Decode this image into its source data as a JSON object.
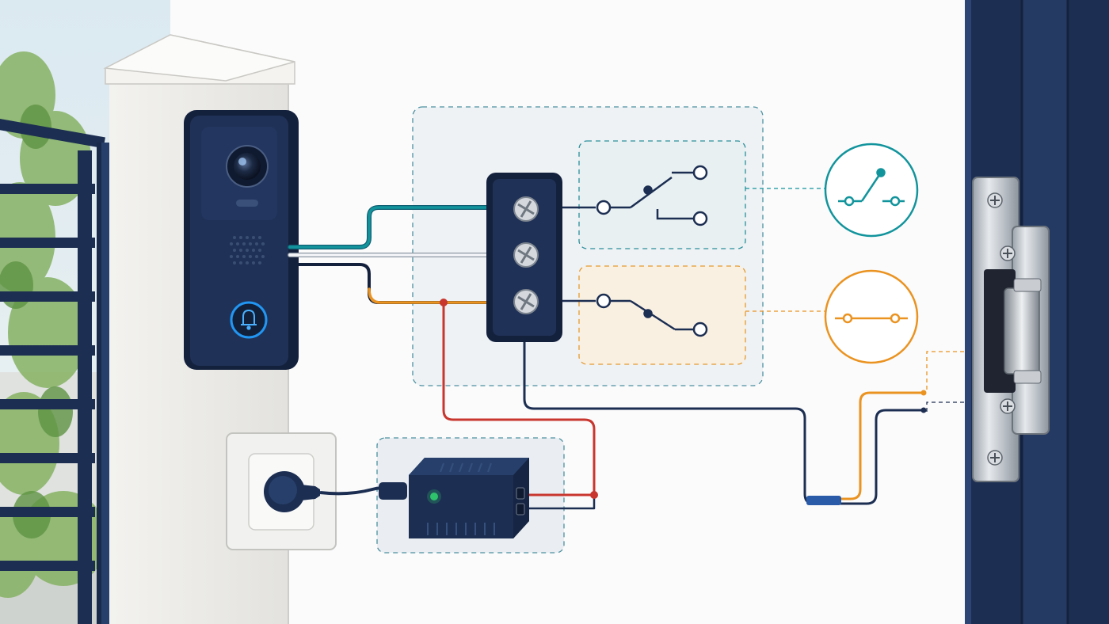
{
  "colors": {
    "navy": "#1c2e52",
    "navy_dark": "#14213d",
    "teal": "#12949c",
    "orange": "#ea9321",
    "red": "#c8362e",
    "white_wire": "#e9ecef",
    "led_blue": "#2196f3",
    "led_green": "#2ec46b",
    "pillar": "#ecebe8",
    "steel": "#c6cbd1",
    "foliage": "#7fae5a"
  },
  "components": {
    "doorbell": {
      "icon": "bell-icon",
      "camera": "camera-lens-icon"
    },
    "terminal_block": {
      "terminals": 3,
      "icon": "screw-terminal-icon"
    },
    "relay_no": {
      "symbol": "switch-open-icon",
      "state": "normally-open"
    },
    "relay_nc": {
      "symbol": "switch-closed-icon",
      "state": "normally-closed"
    },
    "power_adapter": {
      "icon": "power-adapter-icon",
      "indicator": "green-led"
    },
    "wall_outlet": {
      "icon": "plug-icon"
    },
    "electric_strike": {
      "icon": "door-strike-icon",
      "screws": 4
    }
  }
}
